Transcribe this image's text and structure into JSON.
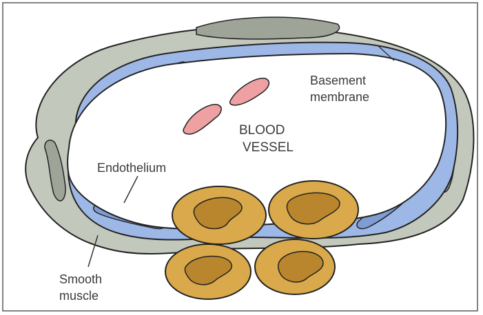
{
  "labels": {
    "basement_membrane_line1": "Basement",
    "basement_membrane_line2": "membrane",
    "blood_line1": "BLOOD",
    "blood_line2": "VESSEL",
    "endothelium": "Endothelium",
    "smooth_muscle_line1": "Smooth",
    "smooth_muscle_line2": "muscle"
  },
  "colors": {
    "muscle": "#c3c8bd",
    "muscle_nucleus": "#9ea498",
    "endothelium": "#9db8e6",
    "endothelium_nucleus": "#7f9dd4",
    "lumen": "#ffffff",
    "red_cell": "#eea0a2",
    "white_cell": "#d9a94b",
    "white_cell_nucleus": "#b9862e",
    "outline": "#222222"
  }
}
